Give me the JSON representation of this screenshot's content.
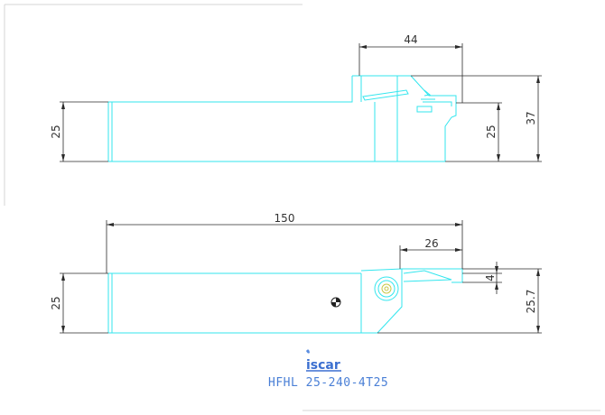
{
  "top_view": {
    "dims": {
      "width_44": "44",
      "height_25_left": "25",
      "height_25_right": "25",
      "height_37": "37"
    }
  },
  "bottom_view": {
    "dims": {
      "length_150": "150",
      "width_26": "26",
      "height_25": "25",
      "height_4": "4",
      "height_25_7": "25.7"
    }
  },
  "logo": {
    "text": "iscar"
  },
  "part_number": "HFHL 25-240-4T25",
  "colors": {
    "part_lines": "#33e6ee",
    "dimension_lines": "#2a2a2a",
    "caption": "#4a7fd6"
  }
}
